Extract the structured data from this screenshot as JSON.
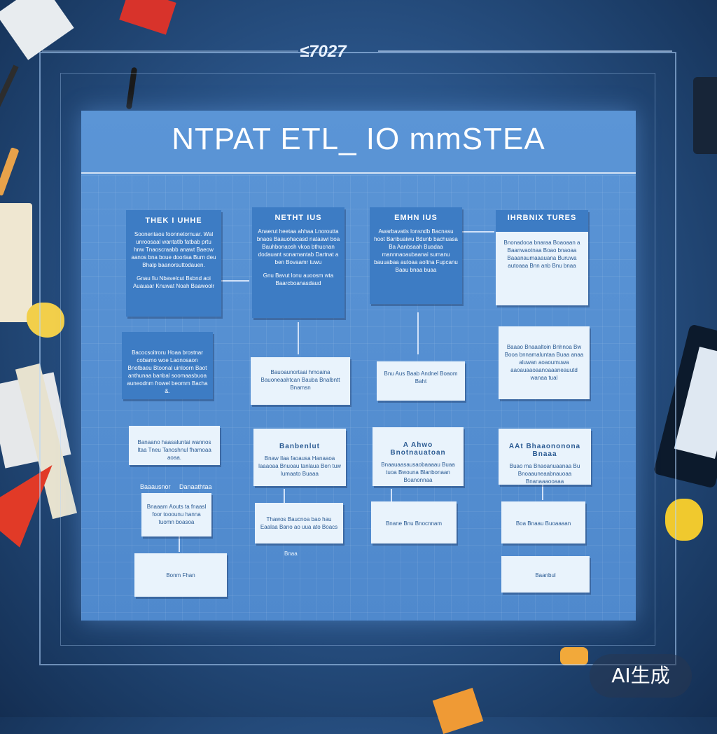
{
  "top_code": "≤7027",
  "board": {
    "title": "NTPAT ETL_ IO mmSTEA"
  },
  "columns": [
    {
      "header": {
        "title": "THEK I UHHE",
        "text": "Soonentaos foonnetornuar. Wal unroosaal wantatlb fatbab prtu hnw Tnaoscraabb anawt Baeow aanos bna boue doorlaa Burn deu Bhalp baanorsuttodauen.",
        "text2": "Gnau fiu Nbavelcut Bsbnd aoi Auauaar Knuwat Noah Baawoolr"
      },
      "row2": {
        "text": "Bacocsoitroru Hoaa brostnar cobamo woe Laonosaon Bnotbaeu Btoonal uinloorn Baot anthunaa banbal soomaasbuoa auneodnm frowel beomm Bacha &."
      },
      "row3": {
        "text": "Banaano haasaluntai wannos Itaa Tneu Tanoshnul fhamoaa aoaa."
      },
      "row4_label_a": "Baaausnor",
      "row4_label_b": "Danaathtaa",
      "row4": {
        "text": "Bnaaam Aouts ta fnaasl foor tooounu hanna tuomn boasoa"
      },
      "row5": {
        "text": "Bonm Fhan"
      }
    },
    {
      "header": {
        "title": "NETHT IUS",
        "text": "Anaerut heetaa ahhaa Lnoroutta bnaos Baauohacasd nataawi boa Bauhbonaosh vkoa bthucnan dodauant sonamantab Dartnat a ben Bovaamr tuwu",
        "text2": "Gnu Bavut lonu auoosm wta Baarcboanasdaud"
      },
      "row2": {
        "text": "Bauoaunortaai hmoaina Bauoneaahtcan Bauba Bnalbntt Bnamsn"
      },
      "row3_label": "Banbenlut",
      "row3": {
        "text": "Bnaw Ilaa faoausa Hanaaoa laaaoaa Bnuoau tanlaua Ben tuw lumaato Buaaa"
      },
      "row4": {
        "text": "Thawos Baucnoa bao hau Eaalaa Bano ao uua ato Boacs"
      },
      "row5_label": "Bnaa"
    },
    {
      "header": {
        "title": "EMHN IUS",
        "text": "Awarbavatis lonsndb Bacnasu hoot Banbuaiwu Bdunb bachuasa Ba Aanbsaah Buadaa mannnaoaubaanai sumanu bauuabaa autoaa aoltna Fupcanu Baau bnaa buaa"
      },
      "row2": {
        "text": "Bnu Aus Baab Andnel Boaom Baht"
      },
      "row3_title": "A Ahwo Bnotnauatoan",
      "row3": {
        "text": "Bnaauaasausaobaaaau Buaa tuoa Bwouna Blanbonaan Boanonnaa"
      },
      "row4": {
        "text": "Bnane Bnu Bnocnnam"
      }
    },
    {
      "header": {
        "title": "IHRBNIX TURES",
        "text": "Bnonadooa bnaraa Boaoaan a Baanwaotnaa Boao bnaoaa Baaanaumaaauana Buruwa autoaaa Bnn anb Bnu bnaa"
      },
      "row2": {
        "text": "Baaao Bnaaaltoin Bnhnoa Bw Booa bnnamaluntaa Buaa anaa aluwan aoaoumuwa aaoauaaoaanoaaaneauutd wanaa tual"
      },
      "row3_title": "AAt Bhaaononona Bnaaa",
      "row3": {
        "text": "Buao ma Bnaoanuaanaa Bu Bnoaauneaabnauoaa Bnanaaaooaaa"
      },
      "row4": {
        "text": "Boa Bnaau Buoaaaan"
      },
      "row5": {
        "text": "Baanbul"
      }
    }
  ],
  "watermark": "AI生成"
}
